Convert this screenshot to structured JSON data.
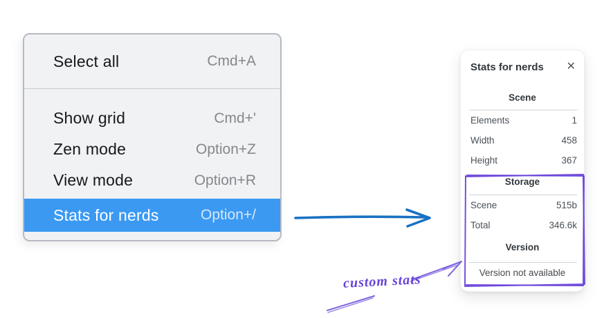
{
  "menu": {
    "items": [
      {
        "label": "Select all",
        "shortcut": "Cmd+A",
        "highlighted": false
      },
      {
        "label": "Show grid",
        "shortcut": "Cmd+'",
        "highlighted": false
      },
      {
        "label": "Zen mode",
        "shortcut": "Option+Z",
        "highlighted": false
      },
      {
        "label": "View mode",
        "shortcut": "Option+R",
        "highlighted": false
      },
      {
        "label": "Stats for nerds",
        "shortcut": "Option+/",
        "highlighted": true
      }
    ]
  },
  "panel": {
    "title": "Stats for nerds",
    "close_icon": "✕",
    "sections": [
      {
        "heading": "Scene",
        "rows": [
          {
            "label": "Elements",
            "value": "1"
          },
          {
            "label": "Width",
            "value": "458"
          },
          {
            "label": "Height",
            "value": "367"
          }
        ]
      },
      {
        "heading": "Storage",
        "rows": [
          {
            "label": "Scene",
            "value": "515b"
          },
          {
            "label": "Total",
            "value": "346.6k"
          }
        ]
      },
      {
        "heading": "Version",
        "note": "Version not available"
      }
    ]
  },
  "annotation": {
    "label": "custom stats"
  },
  "colors": {
    "accent_blue": "#1971c2",
    "highlight_blue": "#3b99f2",
    "annotation_purple": "#6741d9"
  }
}
